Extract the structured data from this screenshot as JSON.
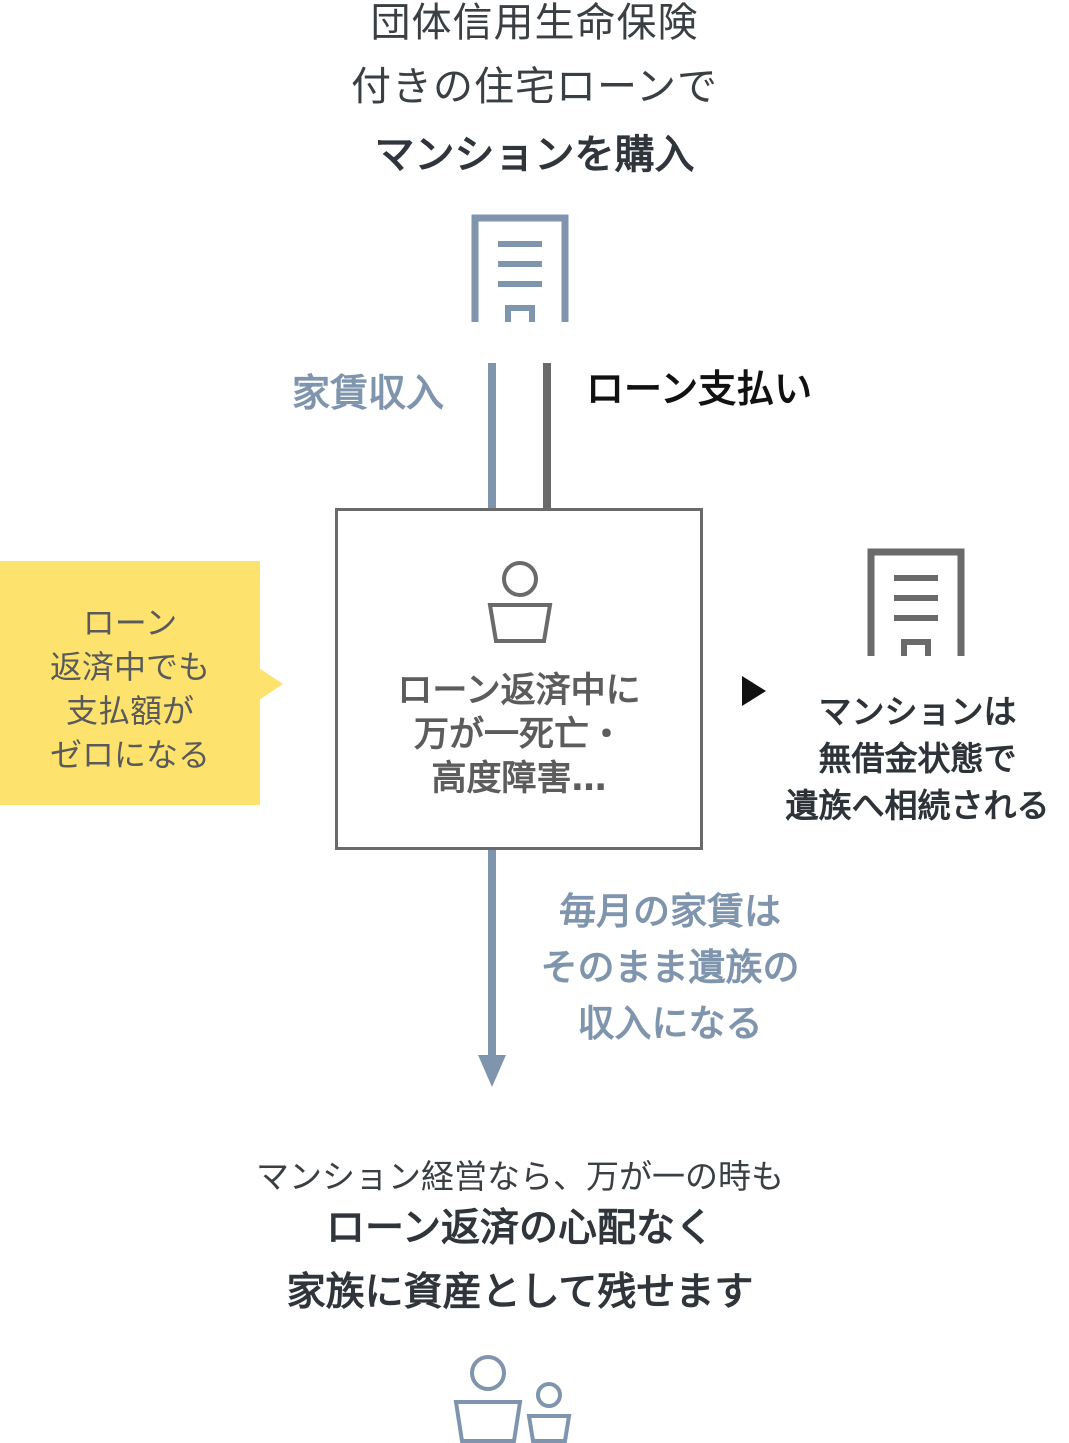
{
  "top_heading": {
    "line1": "団体信用生命保険",
    "line2": "付きの住宅ローンで",
    "line3": "マンションを購入"
  },
  "flows": {
    "rent_income": "家賃収入",
    "loan_payment": "ローン支払い"
  },
  "event_box": {
    "line1": "ローン返済中に",
    "line2": "万が一死亡・",
    "line3": "高度障害…"
  },
  "callout": {
    "line1": "ローン",
    "line2": "返済中でも",
    "line3": "支払額が",
    "line4": "ゼロになる"
  },
  "right_result": {
    "line1": "マンションは",
    "line2": "無借金状態で",
    "line3": "遺族へ相続される"
  },
  "rent_result": {
    "line1": "毎月の家賃は",
    "line2": "そのまま遺族の",
    "line3": "収入になる"
  },
  "conclusion": {
    "line1": "マンション経営なら、万が一の時も",
    "line2": "ローン返済の心配なく",
    "line3": "家族に資産として残せます"
  },
  "colors": {
    "blue": "#7f95ad",
    "gray": "#6a6a6a",
    "yellow": "#fde36e"
  },
  "icons": [
    "building-icon",
    "person-icon",
    "building-icon",
    "family-icon"
  ]
}
